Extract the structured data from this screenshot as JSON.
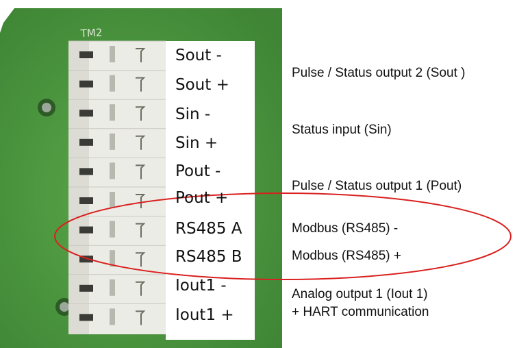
{
  "board_marking": "TM2",
  "terminals": [
    {
      "label": "Sout -"
    },
    {
      "label": "Sout +"
    },
    {
      "label": "Sin -"
    },
    {
      "label": "Sin +"
    },
    {
      "label": "Pout -"
    },
    {
      "label": "Pout +"
    },
    {
      "label": "RS485 A"
    },
    {
      "label": "RS485 B"
    },
    {
      "label": "Iout1 -"
    },
    {
      "label": "Iout1 +"
    }
  ],
  "descriptions": {
    "sout": "Pulse / Status output 2 (Sout )",
    "sin": "Status input (Sin)",
    "pout": "Pulse / Status output 1 (Pout)",
    "modbus_minus": "Modbus (RS485) -",
    "modbus_plus": "Modbus (RS485) +",
    "analog_line1": "Analog output 1 (Iout 1)",
    "analog_line2": "+ HART communication"
  },
  "colors": {
    "pcb": "#4f9a3f",
    "highlight": "#d9201e",
    "connector": "#f1f1ec"
  }
}
